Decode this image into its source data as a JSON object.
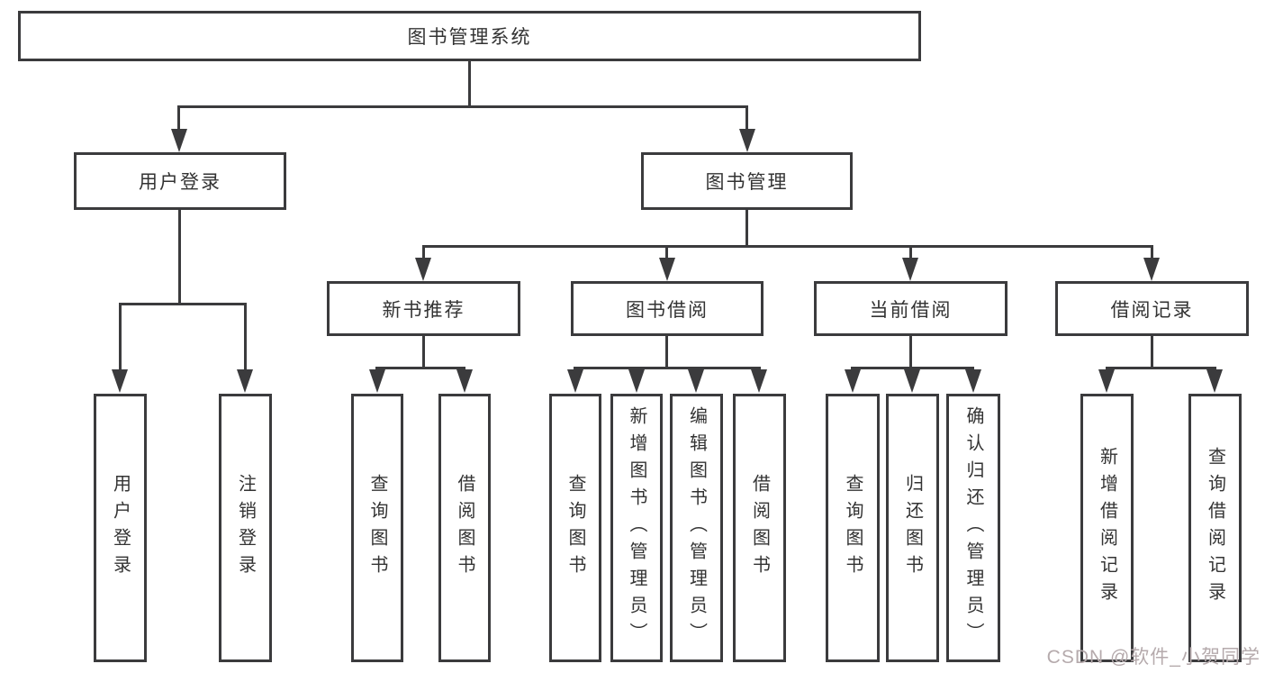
{
  "diagram_title": "图书管理系统",
  "nodes": {
    "root": "图书管理系统",
    "user_login": "用户登录",
    "book_management": "图书管理",
    "new_book_recommend": "新书推荐",
    "book_borrowing": "图书借阅",
    "current_borrowing": "当前借阅",
    "borrowing_records": "借阅记录",
    "leaf_user_login": "用户登录",
    "leaf_logout": "注销登录",
    "leaf_nb_query_books": "查询图书",
    "leaf_nb_borrow_books": "借阅图书",
    "leaf_bb_query_books": "查询图书",
    "leaf_bb_add_books_admin": "新增图书（管理员）",
    "leaf_bb_edit_books_admin": "编辑图书（管理员）",
    "leaf_bb_borrow_books": "借阅图书",
    "leaf_cb_query_books": "查询图书",
    "leaf_cb_return_books": "归还图书",
    "leaf_cb_confirm_return_admin": "确认归还（管理员）",
    "leaf_br_add_record": "新增借阅记录",
    "leaf_br_query_record": "查询借阅记录"
  },
  "watermark": "CSDN @软件_小贺同学",
  "colors": {
    "line": "#3b3b3d",
    "text": "#333333",
    "background": "#ffffff",
    "watermark": "#b5aaac"
  }
}
